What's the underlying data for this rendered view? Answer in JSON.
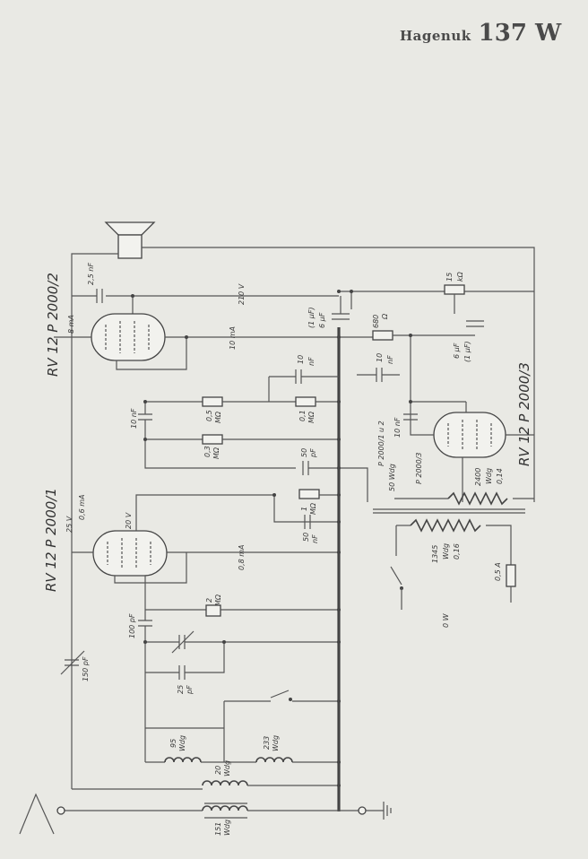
{
  "header": {
    "maker": "Hagenuk",
    "model": "137 W"
  },
  "tubes": [
    "RV 12 P 2000/2",
    "RV 12 P 2000/1",
    "RV 12 P 2000/3"
  ],
  "labels": {
    "c_25nf": "2,5 nF",
    "v_210": "210 V",
    "i_8ma": "8 mA",
    "i_10ma": "10 mA",
    "c_1uf": "(1 μF)",
    "c_6uf": "6 μF",
    "r_680": "680",
    "ohm": "Ω",
    "r_15": "15",
    "mohm": "kΩ",
    "c_6uf_b": "6 μF",
    "c_1uf_b": "(1 μF)",
    "c_10nf_a": "10",
    "c_10nf_b": "10",
    "nf": "nF",
    "c_10nf_c": "10 nF",
    "c_10nf": "10 nF",
    "r_05": "0,5",
    "r_01": "0,1",
    "r_03": "0,3",
    "megohm": "MΩ",
    "tr_p2000": "P 2000/1 u 2",
    "tr_p2000_3": "P 2000/3",
    "tr_50wdg": "50 Wdg",
    "c_50pf": "50",
    "pf": "pF",
    "r_1": "1",
    "c_50nf": "50",
    "v_20": "20 V",
    "v_25": "25 V",
    "i_06ma": "0,6 mA",
    "i_08ma": "0,8 mA",
    "w_2400": "2400",
    "wdg": "Wdg",
    "d_014": "0,14",
    "w_1345": "1345",
    "d_016": "0,16",
    "fuse": "0,5 A",
    "ow": "0 W",
    "r_2": "2",
    "c_100pf": "100 pF",
    "c_150pf": "150 pF",
    "c_25pf": "25",
    "w_95": "95",
    "w_233": "233",
    "w_20": "20",
    "w_151": "151"
  }
}
